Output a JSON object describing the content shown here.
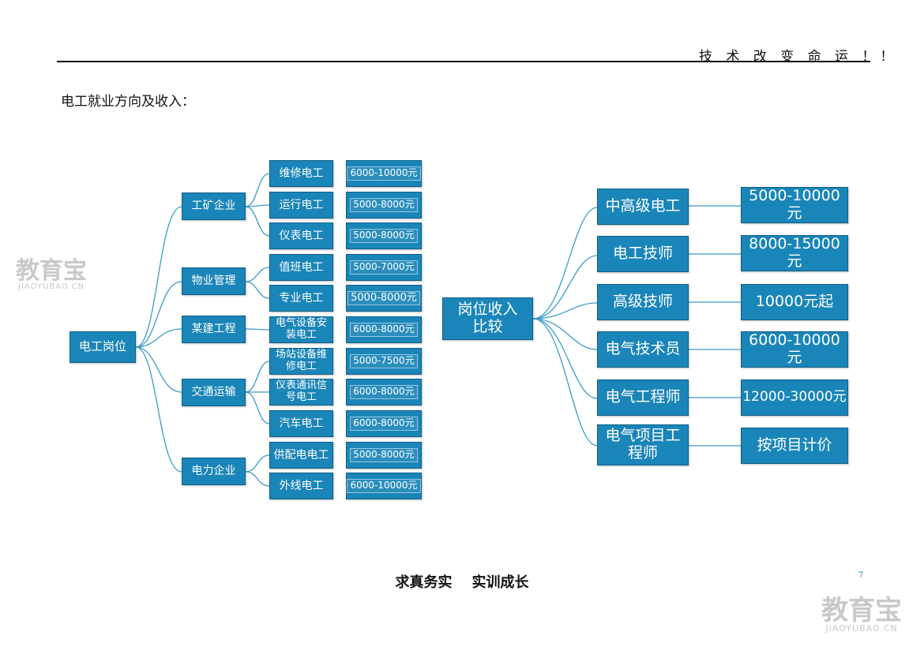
{
  "header": {
    "slogan": "技 术 改 变 命 运 ！！"
  },
  "section_heading": "电工就业方向及收入：",
  "left_tree": {
    "root": "电工岗位",
    "groups": [
      {
        "label": "工矿企业",
        "jobs": [
          {
            "label": "维修电工",
            "salary": "6000-10000元"
          },
          {
            "label": "运行电工",
            "salary": "5000-8000元"
          },
          {
            "label": "仪表电工",
            "salary": "5000-8000元"
          }
        ]
      },
      {
        "label": "物业管理",
        "jobs": [
          {
            "label": "值班电工",
            "salary": "5000-7000元"
          },
          {
            "label": "专业电工",
            "salary": "5000-8000元"
          }
        ]
      },
      {
        "label": "某建工程",
        "jobs": [
          {
            "label": "电气设备安装电工",
            "salary": "6000-8000元"
          }
        ]
      },
      {
        "label": "交通运输",
        "jobs": [
          {
            "label": "场站设备维修电工",
            "salary": "5000-7500元"
          },
          {
            "label": "仪表通讯信号电工",
            "salary": "6000-8000元"
          },
          {
            "label": "汽车电工",
            "salary": "6000-8000元"
          }
        ]
      },
      {
        "label": "电力企业",
        "jobs": [
          {
            "label": "供配电电工",
            "salary": "5000-8000元"
          },
          {
            "label": "外线电工",
            "salary": "6000-10000元"
          }
        ]
      }
    ]
  },
  "right_tree": {
    "root": "岗位收入比较",
    "items": [
      {
        "label": "中高级电工",
        "salary": "5000-10000元"
      },
      {
        "label": "电工技师",
        "salary": "8000-15000元"
      },
      {
        "label": "高级技师",
        "salary": "10000元起"
      },
      {
        "label": "电气技术员",
        "salary": "6000-10000元"
      },
      {
        "label": "电气工程师",
        "salary": "12000-30000元"
      },
      {
        "label": "电气项目工程师",
        "salary": "按项目计价"
      }
    ]
  },
  "watermarks": [
    {
      "cn": "教育宝",
      "en": "JIAOYUBAO.CN"
    },
    {
      "cn": "教育宝",
      "en": "JIAOYUBAO.CN"
    }
  ],
  "footer": {
    "motto": "求真务实    实训成长",
    "page_number": "7"
  },
  "colors": {
    "box_fill": "#1a85b8",
    "box_border": "#0f5f88",
    "connector": "#3b9cc8"
  }
}
